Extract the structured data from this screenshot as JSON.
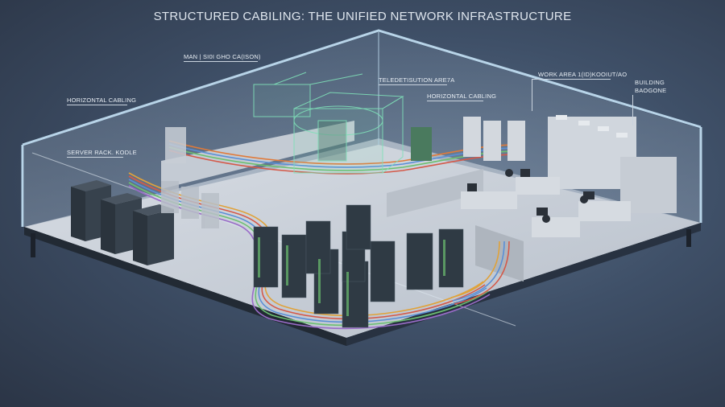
{
  "title": "STRUCTURED CABILING: THE UNIFIED NETWORK INFRASTRUCTURE",
  "labels": {
    "main_cross_connect": "MAN | SI0I GHO CA(ISON)",
    "horizontal_cabling_left": "HORIZONTAL CABLING",
    "server_rack": "SERVER RACK. KODLE",
    "telecom_distribution": "TELEDETISUTION ARE7A",
    "horizontal_cabling_center": "HORIZONTAL CABLING",
    "work_area": "WORK AREA 1(ID)KOOIUT/AO",
    "building_backbone_line1": "BUILDING",
    "building_backbone_line2": "BAOGONE"
  },
  "zones": [
    {
      "name": "Main cross-connect (holographic)",
      "color": "#7fe0b8"
    },
    {
      "name": "Server rack zone"
    },
    {
      "name": "Telecom distribution area"
    },
    {
      "name": "Work area / operations desks"
    },
    {
      "name": "Building backbone / security cameras"
    }
  ],
  "cable_colors": [
    "#e0a23a",
    "#d45a4a",
    "#5a8fd6",
    "#6cc070",
    "#9a6cc8",
    "#e07a3a"
  ],
  "colors": {
    "background": "#3f5068",
    "floor": "#c9d0da",
    "glass_edge": "#a9c8df",
    "hologram": "#7fe0b8",
    "rack": "#2f3a44"
  }
}
